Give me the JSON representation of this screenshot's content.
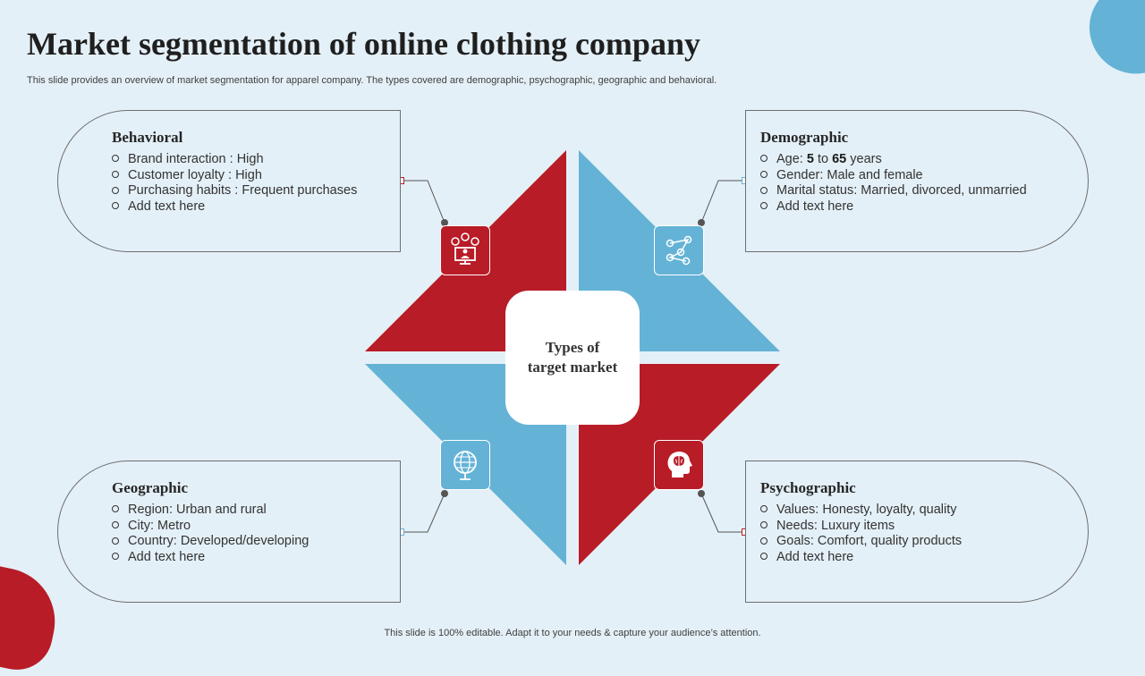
{
  "title": "Market segmentation  of online clothing company",
  "subtitle": "This slide provides an overview of market segmentation for apparel company. The types covered are demographic, psychographic, geographic and behavioral.",
  "footer": "This slide is 100% editable. Adapt it to your needs & capture your audience’s attention.",
  "center": {
    "line1": "Types of",
    "line2": "target market"
  },
  "colors": {
    "red": "#b81c27",
    "blue": "#64b3d6",
    "background": "#e4f0f7"
  },
  "segments": {
    "behavioral": {
      "title": "Behavioral",
      "icon": "customer-feedback-icon",
      "items": [
        "Brand interaction : High",
        "Customer loyalty : High",
        "Purchasing habits : Frequent purchases",
        "Add text here"
      ]
    },
    "demographic": {
      "title": "Demographic",
      "icon": "location-network-icon",
      "age_prefix": "Age: ",
      "age_min": "5",
      "age_mid": " to ",
      "age_max": "65",
      "age_suffix": " years",
      "items": [
        "Gender: Male and female",
        "Marital status: Married,  divorced,  unmarried",
        "Add text here"
      ]
    },
    "geographic": {
      "title": "Geographic",
      "icon": "globe-icon",
      "items": [
        "Region: Urban and rural",
        "City: Metro",
        "Country: Developed/developing",
        "Add text here"
      ]
    },
    "psychographic": {
      "title": "Psychographic",
      "icon": "brain-head-icon",
      "items": [
        "Values: Honesty, loyalty, quality",
        "Needs: Luxury items",
        "Goals: Comfort, quality products",
        "Add text here"
      ]
    }
  }
}
